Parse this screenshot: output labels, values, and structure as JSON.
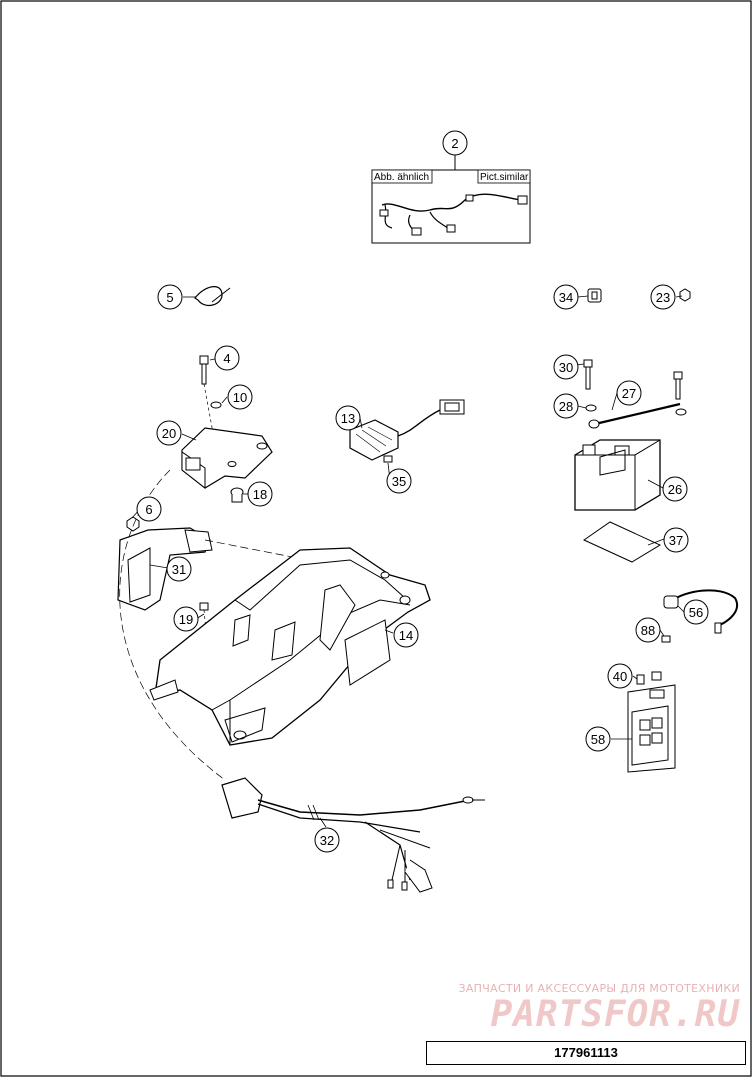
{
  "callouts": [
    "2",
    "5",
    "34",
    "23",
    "4",
    "10",
    "20",
    "18",
    "6",
    "31",
    "19",
    "13",
    "35",
    "30",
    "27",
    "28",
    "26",
    "37",
    "14",
    "56",
    "88",
    "40",
    "58",
    "32"
  ],
  "inset": {
    "left_label": "Abb. ähnlich",
    "right_label": "Pict.similar"
  },
  "watermark": {
    "line1": "ЗАПЧАСТИ И АКСЕССУАРЫ ДЛЯ МОТОТЕХНИКИ",
    "logo": "PARTSFOR.RU"
  },
  "part_number": "177961113"
}
